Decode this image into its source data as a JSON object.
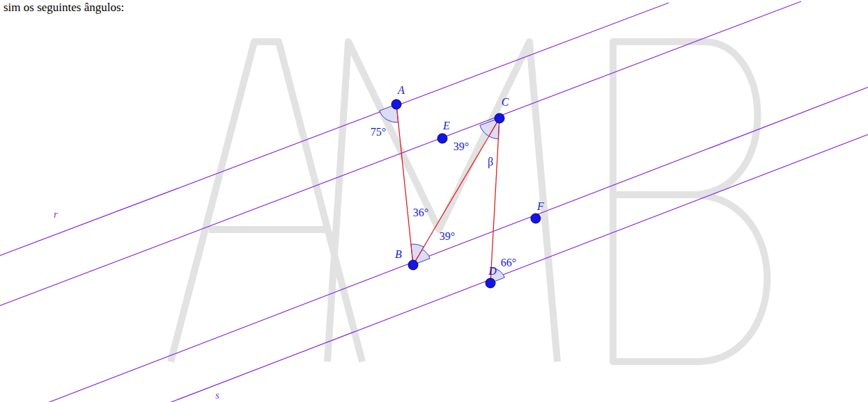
{
  "diagram": {
    "labels": [
      "sim os seguintes ângulos:",
      "r",
      "s",
      "A",
      "B",
      "C",
      "D",
      "E",
      "F",
      "75°",
      "39°",
      "β",
      "36°",
      "39°",
      "66°"
    ]
  }
}
